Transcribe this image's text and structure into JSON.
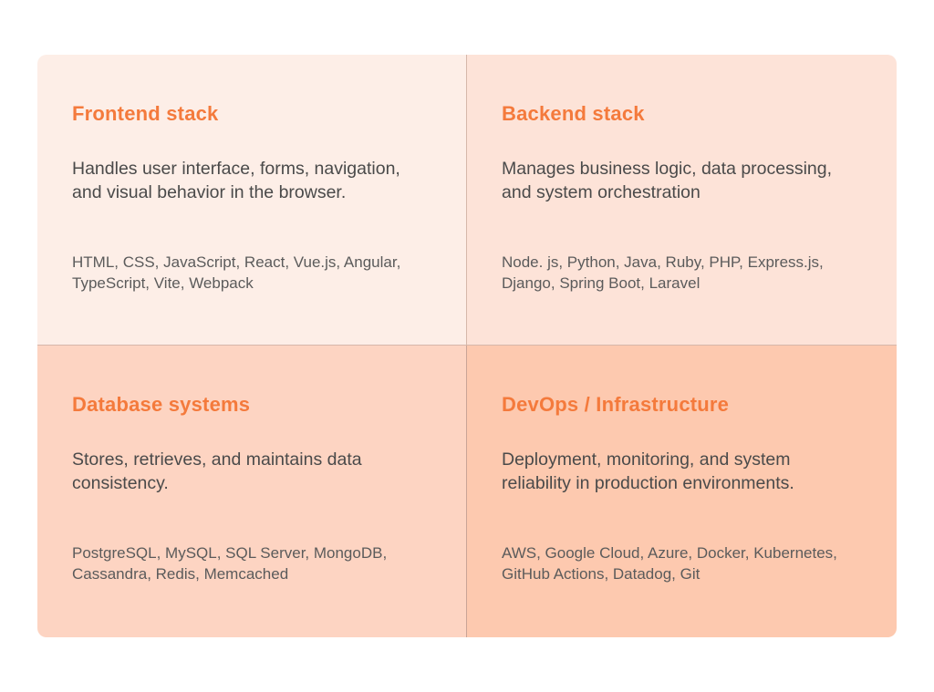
{
  "quadrants": [
    {
      "title": "Frontend stack",
      "description": "Handles user interface, forms, navigation, and visual behavior in the browser.",
      "technologies": "HTML, CSS, JavaScript, React, Vue.js, Angular, TypeScript, Vite, Webpack"
    },
    {
      "title": "Backend stack",
      "description": "Manages business logic, data processing, and system orchestration",
      "technologies": "Node. js, Python, Java, Ruby, PHP, Express.js, Django, Spring Boot, Laravel"
    },
    {
      "title": "Database systems",
      "description": "Stores, retrieves, and maintains data consistency.",
      "technologies": "PostgreSQL, MySQL, SQL Server, MongoDB, Cassandra, Redis, Memcached"
    },
    {
      "title": "DevOps / Infrastructure",
      "description": "Deployment, monitoring, and system reliability in production environments.",
      "technologies": "AWS, Google Cloud, Azure, Docker, Kubernetes, GitHub Actions, Datadog, Git"
    }
  ],
  "colors": {
    "accent": "#f47a3c",
    "text": "#4a4a4a",
    "quadrant_backgrounds": [
      "#fdeee7",
      "#fde3d8",
      "#fdd4c2",
      "#fdc9af"
    ]
  }
}
